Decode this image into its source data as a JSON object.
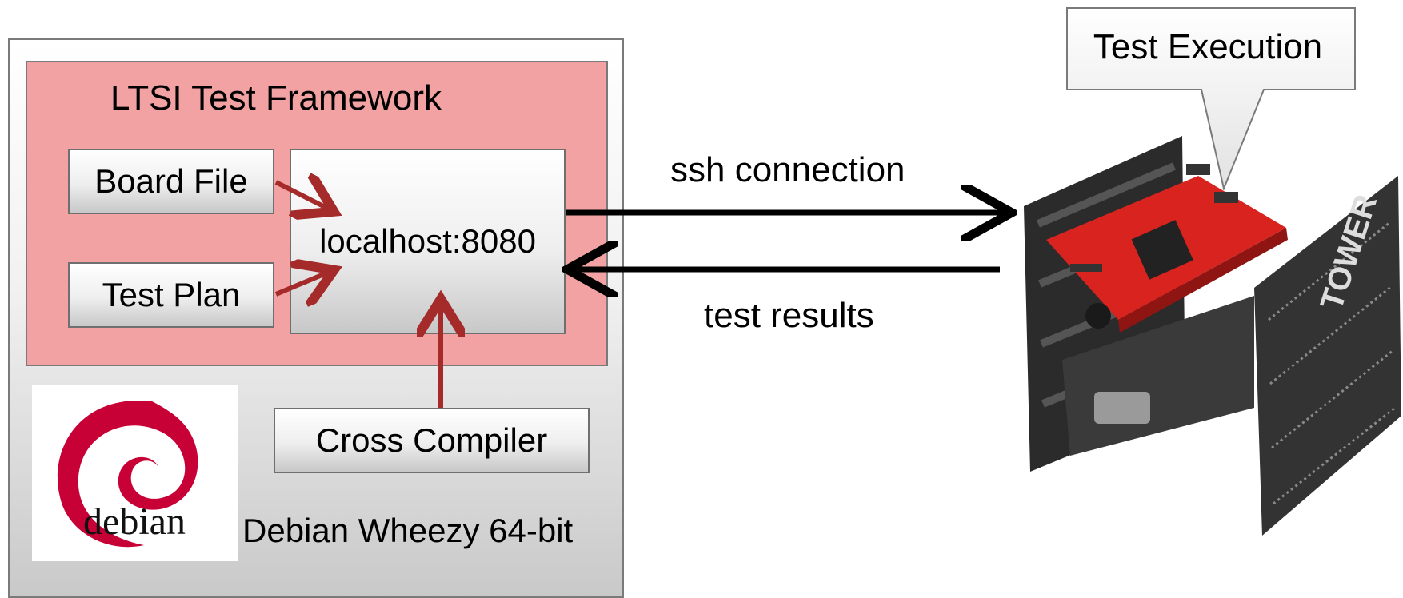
{
  "framework": {
    "title": "LTSI Test Framework"
  },
  "nodes": {
    "board_file": "Board File",
    "test_plan": "Test Plan",
    "localhost": "localhost:8080",
    "cross_compiler": "Cross Compiler"
  },
  "host": {
    "os_label": "Debian Wheezy 64-bit",
    "logo_text": "debian"
  },
  "connections": {
    "ssh": "ssh connection",
    "results": "test results"
  },
  "target": {
    "callout": "Test Execution",
    "board_text": "TOWER"
  },
  "colors": {
    "framework_fill": "#f2a2a2",
    "arrow_red": "#a52a2a",
    "debian_red": "#c70036",
    "board_red": "#d9231f"
  }
}
